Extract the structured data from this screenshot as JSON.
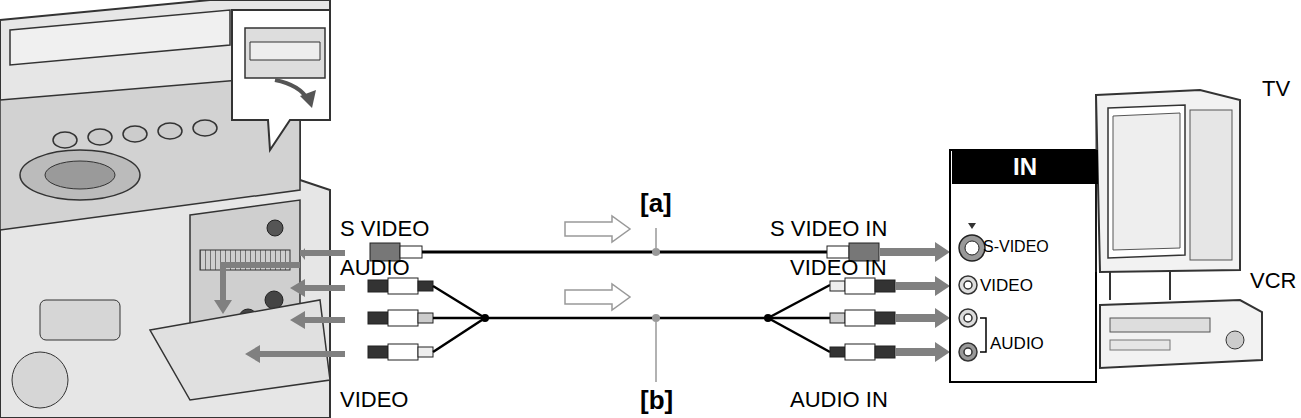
{
  "diagram": {
    "nodes": [
      {
        "text": [
          "IN",
          "S-VIDEO",
          "VIDEO",
          "AUDIO"
        ]
      }
    ],
    "labels": [
      "S VIDEO",
      "AUDIO",
      "VIDEO",
      "[a]",
      "[b]",
      "S VIDEO IN",
      "VIDEO IN",
      "AUDIO IN",
      "TV",
      "VCR"
    ]
  }
}
